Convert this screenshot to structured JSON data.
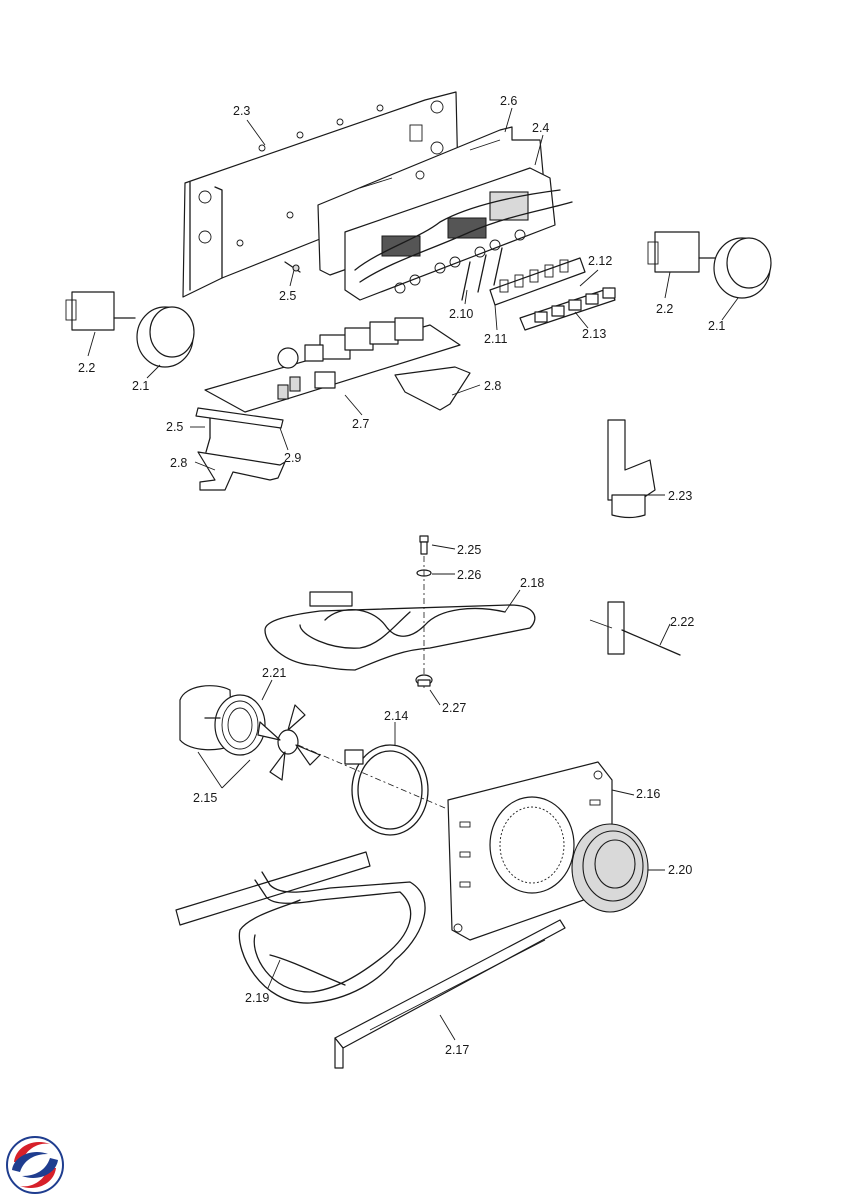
{
  "labels": {
    "l1": "2.3",
    "l2": "2.6",
    "l3": "2.4",
    "l4": "2.5",
    "l5": "2.10",
    "l6": "2.11",
    "l7": "2.12",
    "l8": "2.13",
    "l9": "2.2",
    "l10": "2.1",
    "l11": "2.2",
    "l12": "2.1",
    "l13": "2.8",
    "l14": "2.7",
    "l15": "2.5",
    "l16": "2.9",
    "l17": "2.8",
    "l18": "2.23",
    "l19": "2.25",
    "l20": "2.26",
    "l21": "2.18",
    "l22": "2.22",
    "l23": "2.21",
    "l24": "2.27",
    "l25": "2.14",
    "l26": "2.15",
    "l27": "2.16",
    "l28": "2.20",
    "l29": "2.19",
    "l30": "2.17"
  },
  "colors": {
    "logo_red": "#d7202a",
    "logo_blue": "#1f3d8f"
  }
}
